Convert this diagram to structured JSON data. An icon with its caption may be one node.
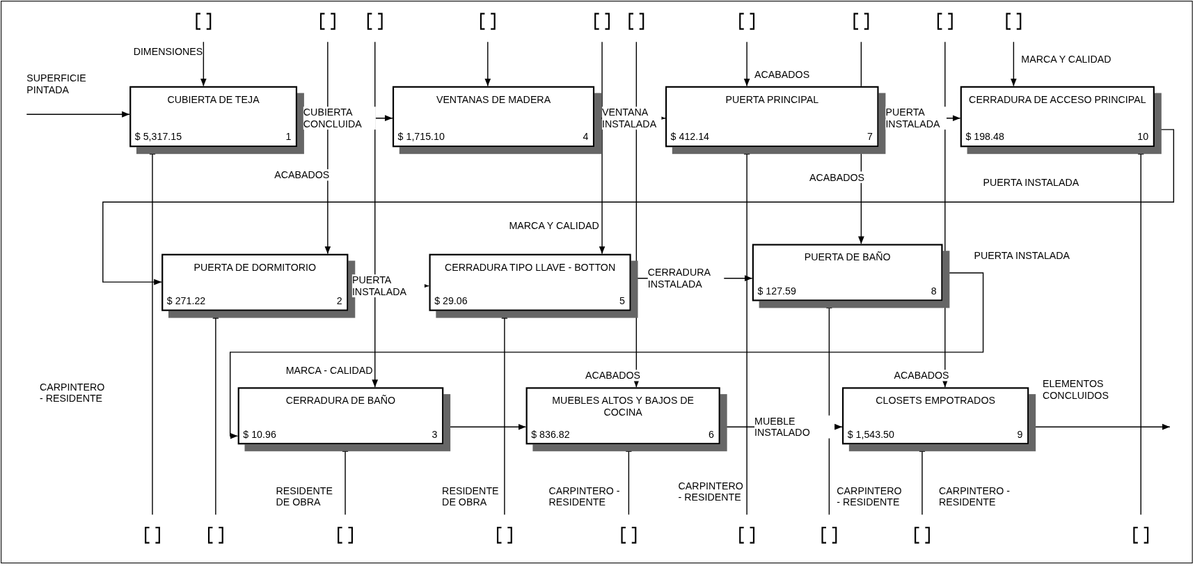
{
  "diagram": {
    "nodes": [
      {
        "text": [
          "CUBIERTA DE TEJA",
          "$ 5,317.15",
          "1"
        ]
      },
      {
        "text": [
          "VENTANAS DE MADERA",
          "$ 1,715.10",
          "4"
        ]
      },
      {
        "text": [
          "PUERTA PRINCIPAL",
          "$ 412.14",
          "7"
        ]
      },
      {
        "text": [
          "CERRADURA DE ACCESO PRINCIPAL",
          "$ 198.48",
          "10"
        ]
      },
      {
        "text": [
          "PUERTA DE DORMITORIO",
          "$ 271.22",
          "2"
        ]
      },
      {
        "text": [
          "CERRADURA TIPO LLAVE - BOTTON",
          "$ 29.06",
          "5"
        ]
      },
      {
        "text": [
          "PUERTA DE BAÑO",
          "$ 127.59",
          "8"
        ]
      },
      {
        "text": [
          "CERRADURA DE BAÑO",
          "$ 10.96",
          "3"
        ]
      },
      {
        "text": [
          "MUEBLES ALTOS Y BAJOS DE COCINA",
          "$ 836.82",
          "6"
        ]
      },
      {
        "text": [
          "CLOSETS EMPOTRADOS",
          "$ 1,543.50",
          "9"
        ]
      }
    ],
    "edges": [
      {
        "from": null,
        "to": 0,
        "arrow": "to",
        "label": "SUPERFICIE PINTADA"
      },
      {
        "from": null,
        "to": 0,
        "arrow": "to",
        "label": "DIMENSIONES"
      },
      {
        "from": null,
        "to": 0,
        "arrow": "to",
        "label": "CARPINTERO - RESIDENTE"
      },
      {
        "from": 0,
        "to": 1,
        "arrow": "to",
        "label": "CUBIERTA CONCLUIDA"
      },
      {
        "from": null,
        "to": 1,
        "arrow": "to"
      },
      {
        "from": 1,
        "to": 2,
        "arrow": "to",
        "label": "VENTANA INSTALADA"
      },
      {
        "from": null,
        "to": 2,
        "arrow": "to",
        "label": "ACABADOS"
      },
      {
        "from": null,
        "to": 2,
        "arrow": "to",
        "label": "CARPINTERO - RESIDENTE"
      },
      {
        "from": 2,
        "to": 3,
        "arrow": "to",
        "label": "PUERTA INSTALADA"
      },
      {
        "from": null,
        "to": 3,
        "arrow": "to",
        "label": "MARCA Y CALIDAD"
      },
      {
        "from": null,
        "to": 3,
        "arrow": "to"
      },
      {
        "from": 3,
        "to": 4,
        "arrow": "to",
        "label": "PUERTA INSTALADA"
      },
      {
        "from": null,
        "to": 4,
        "arrow": "to",
        "label": "ACABADOS"
      },
      {
        "from": null,
        "to": 4,
        "arrow": "to"
      },
      {
        "from": 4,
        "to": 5,
        "arrow": "to",
        "label": "PUERTA INSTALADA"
      },
      {
        "from": null,
        "to": 5,
        "arrow": "to",
        "label": "MARCA Y CALIDAD"
      },
      {
        "from": null,
        "to": 5,
        "arrow": "to",
        "label": "RESIDENTE DE OBRA"
      },
      {
        "from": 5,
        "to": 6,
        "arrow": "to",
        "label": "CERRADURA INSTALADA"
      },
      {
        "from": null,
        "to": 6,
        "arrow": "to",
        "label": "ACABADOS"
      },
      {
        "from": null,
        "to": 6,
        "arrow": "to",
        "label": "CARPINTERO - RESIDENTE"
      },
      {
        "from": 6,
        "to": 7,
        "arrow": "to",
        "label": "PUERTA INSTALADA"
      },
      {
        "from": null,
        "to": 7,
        "arrow": "to",
        "label": "MARCA - CALIDAD"
      },
      {
        "from": null,
        "to": 7,
        "arrow": "to",
        "label": "RESIDENTE DE OBRA"
      },
      {
        "from": 7,
        "to": 8,
        "arrow": "to"
      },
      {
        "from": null,
        "to": 8,
        "arrow": "to",
        "label": "ACABADOS"
      },
      {
        "from": null,
        "to": 8,
        "arrow": "to",
        "label": "CARPINTERO - RESIDENTE"
      },
      {
        "from": 8,
        "to": 9,
        "arrow": "to",
        "label": "MUEBLE INSTALADO"
      },
      {
        "from": null,
        "to": 9,
        "arrow": "to",
        "label": "ACABADOS"
      },
      {
        "from": null,
        "to": 9,
        "arrow": "to",
        "label": "CARPINTERO - RESIDENTE"
      },
      {
        "from": 9,
        "to": null,
        "arrow": "to",
        "label": "ELEMENTOS CONCLUIDOS"
      }
    ]
  }
}
